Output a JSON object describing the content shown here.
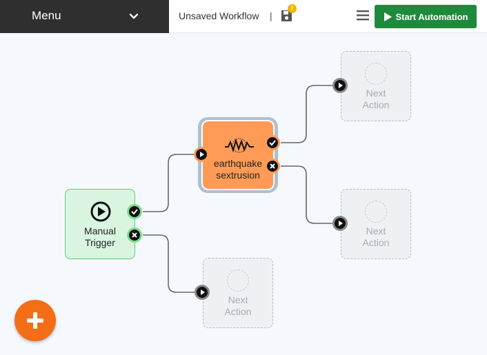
{
  "header": {
    "menu_label": "Menu",
    "workflow_title": "Unsaved Workflow",
    "separator": "|",
    "unsaved_badge": "!",
    "start_button_label": "Start Automation"
  },
  "nodes": {
    "trigger": {
      "label_line1": "Manual",
      "label_line2": "Trigger"
    },
    "action": {
      "label_line1": "earthquake",
      "label_line2": "sextrusion"
    },
    "placeholder": {
      "label_line1": "Next",
      "label_line2": "Action"
    }
  },
  "colors": {
    "menu_bg": "#2f2f2f",
    "start_button": "#1f8a3b",
    "trigger_bg": "#d9f5df",
    "action_bg": "#ff9b57",
    "fab": "#f36e16",
    "warning": "#f4b400"
  },
  "icons": {
    "menu_toggle": "chevron-down-icon",
    "save": "floppy-disk-icon",
    "menu": "hamburger-icon",
    "start": "play-icon",
    "success_port": "check-icon",
    "failure_port": "x-icon",
    "input_port": "play-icon",
    "add": "plus-icon"
  }
}
